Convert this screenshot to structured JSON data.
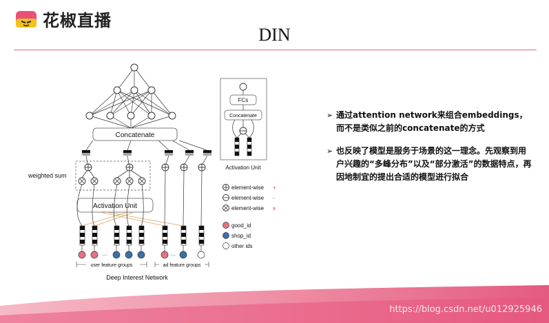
{
  "brand": {
    "name": "花椒直播",
    "colors": {
      "yellow": "#f5c11c",
      "pink": "#e8527a",
      "accent_line": "#e0697f"
    }
  },
  "slide": {
    "title": "DIN"
  },
  "diagram": {
    "concat_label": "Concatenate",
    "activation_label": "Activation Unit",
    "weighted_sum_label": "weighted sum",
    "user_groups_label": "user feature groups",
    "ad_groups_label": "ad feature groups",
    "caption": "Deep Interest Network",
    "ellipsis": "···",
    "inset": {
      "fcs_label": "FCs",
      "concat_label": "Concatenate",
      "caption": "Activation Unit"
    },
    "legend_ops": [
      {
        "label": "element-wise",
        "suffix": "+"
      },
      {
        "label": "element-wise",
        "suffix": "-"
      },
      {
        "label": "element-wise",
        "suffix": "x"
      }
    ],
    "legend_ids": [
      {
        "label": "good_id",
        "color": "#e8737f"
      },
      {
        "label": "shop_id",
        "color": "#3d6fa8"
      },
      {
        "label": "other ids",
        "color": "#ffffff"
      }
    ]
  },
  "bullets": [
    {
      "icon": "arrow-right-icon",
      "text": "通过attention network来组合embeddings，而不是类似之前的concatenate的方式"
    },
    {
      "icon": "arrow-right-icon",
      "text": "也反映了模型是服务于场景的这一理念。先观察到用户兴趣的“多峰分布”以及“部分激活”的数据特点，再因地制宜的提出合适的模型进行拟合"
    }
  ],
  "watermark": "https://blog.csdn.net/u012925946"
}
